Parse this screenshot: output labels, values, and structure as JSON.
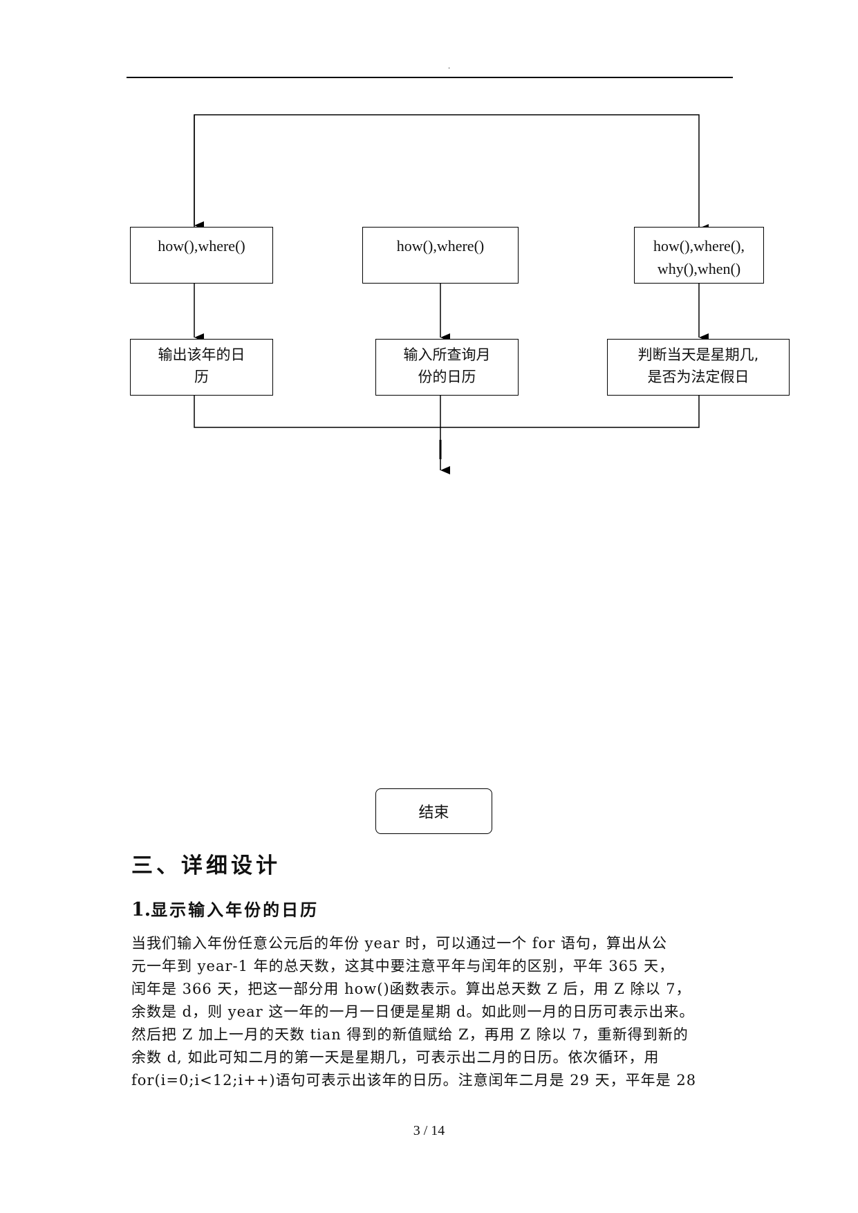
{
  "header": {
    "mark": "."
  },
  "flowchart": {
    "nodes": {
      "how_left": {
        "lines": [
          "how(),where()"
        ]
      },
      "how_mid": {
        "lines": [
          "how(),where()"
        ]
      },
      "how_right": {
        "lines": [
          "how(),where(),",
          "why(),when()"
        ]
      },
      "out_left": {
        "lines": [
          "输出该年的日",
          "历"
        ]
      },
      "out_mid": {
        "lines": [
          "输入所查询月",
          "份的日历"
        ]
      },
      "out_right": {
        "lines": [
          "判断当天是星期几,",
          "是否为法定假日"
        ]
      },
      "end": {
        "label": "结束"
      }
    }
  },
  "section": {
    "heading": "三、详细设计",
    "subheading_num": "1.",
    "subheading_text": "显示输入年份的日历",
    "paragraph_lines": [
      "当我们输入年份任意公元后的年份 year 时，可以通过一个 for 语句，算出从公",
      "元一年到 year-1 年的总天数，这其中要注意平年与闰年的区别，平年 365 天，",
      "闰年是 366 天，把这一部分用 how()函数表示。算出总天数 Z 后，用 Z 除以 7，",
      "余数是 d，则 year 这一年的一月一日便是星期 d。如此则一月的日历可表示出来。",
      "然后把 Z 加上一月的天数 tian 得到的新值赋给 Z，再用 Z 除以 7，重新得到新的",
      "余数 d, 如此可知二月的第一天是星期几，可表示出二月的日历。依次循环，用",
      "for(i=0;i<12;i++)语句可表示出该年的日历。注意闰年二月是 29 天，平年是 28"
    ]
  },
  "footer": {
    "page": "3 / 14"
  }
}
